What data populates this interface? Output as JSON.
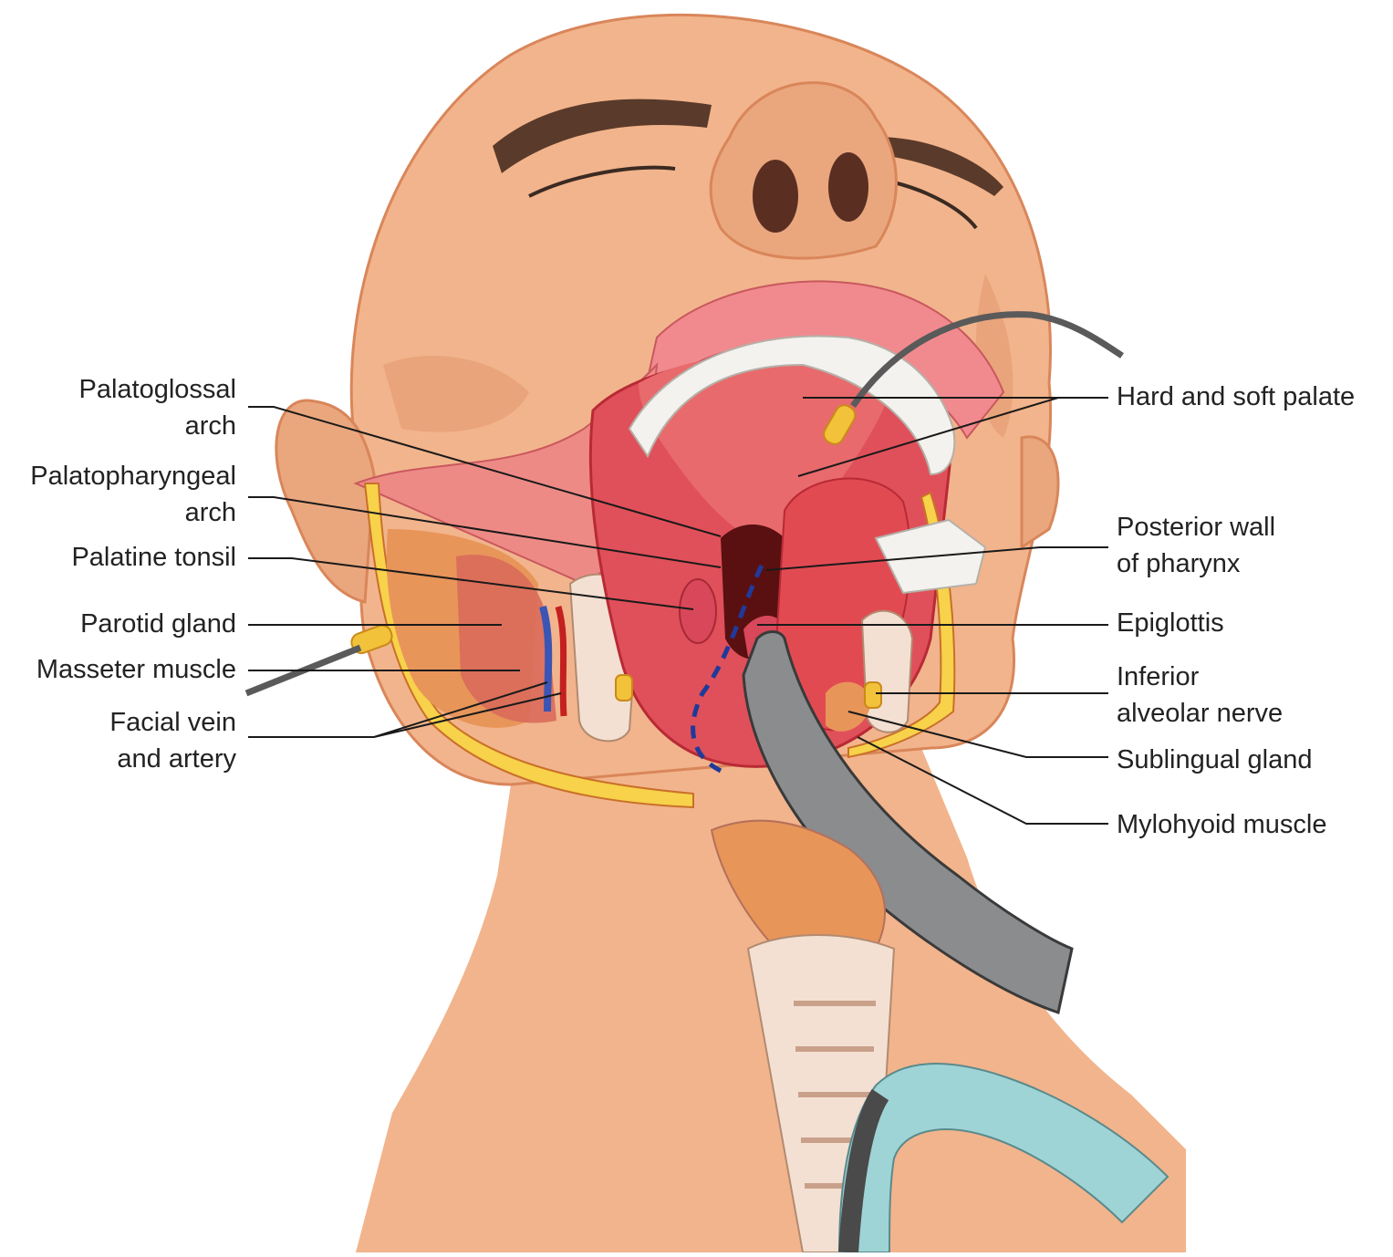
{
  "labels": {
    "palatoglossal_arch": [
      "Palatoglossal",
      "arch"
    ],
    "palatopharyngeal_arch": [
      "Palatopharyngeal",
      "arch"
    ],
    "palatine_tonsil": [
      "Palatine tonsil"
    ],
    "parotid_gland": [
      "Parotid gland"
    ],
    "masseter_muscle": [
      "Masseter muscle"
    ],
    "facial_vein_artery": [
      "Facial vein",
      "and artery"
    ],
    "hard_soft_palate": [
      "Hard and soft palate"
    ],
    "posterior_wall_pharynx": [
      "Posterior wall",
      "of pharynx"
    ],
    "epiglottis": [
      "Epiglottis"
    ],
    "inferior_alveolar_nerve": [
      "Inferior",
      "alveolar nerve"
    ],
    "sublingual_gland": [
      "Sublingual gland"
    ],
    "mylohyoid_muscle": [
      "Mylohyoid muscle"
    ]
  },
  "colors": {
    "skin": "#f2b48c",
    "skin_shadow": "#e39a6f",
    "mucosa": "#e0505a",
    "mucosa_dark": "#b82a34",
    "lip": "#f08a8e",
    "teeth": "#f4f2ee",
    "fat": "#f7d24a",
    "gland": "#e8955a",
    "instrument": "#8a8c8e",
    "tube": "#9fd4d6",
    "cartilage": "#f3e0d2",
    "dashed_line": "#1f3a9a"
  }
}
